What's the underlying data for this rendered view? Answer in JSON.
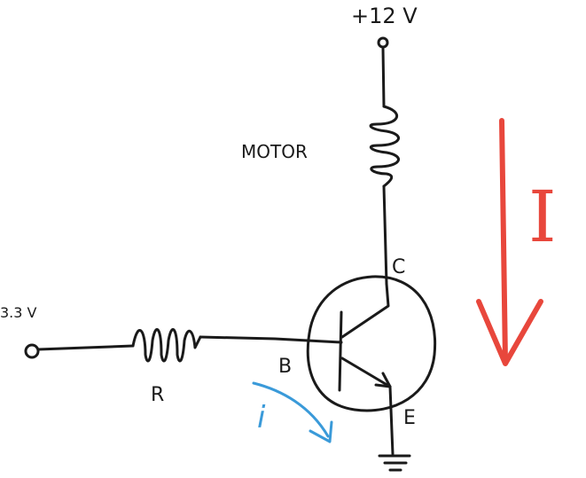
{
  "labels": {
    "supply": "+12 V",
    "motor": "MOTOR",
    "input_voltage": "3.3 V",
    "resistor": "R",
    "base": "B",
    "collector": "C",
    "emitter": "E",
    "base_current": "i",
    "collector_current": "I"
  },
  "colors": {
    "ink": "#1a1a1a",
    "base_current": "#3a9ad9",
    "collector_current": "#e8473c"
  }
}
